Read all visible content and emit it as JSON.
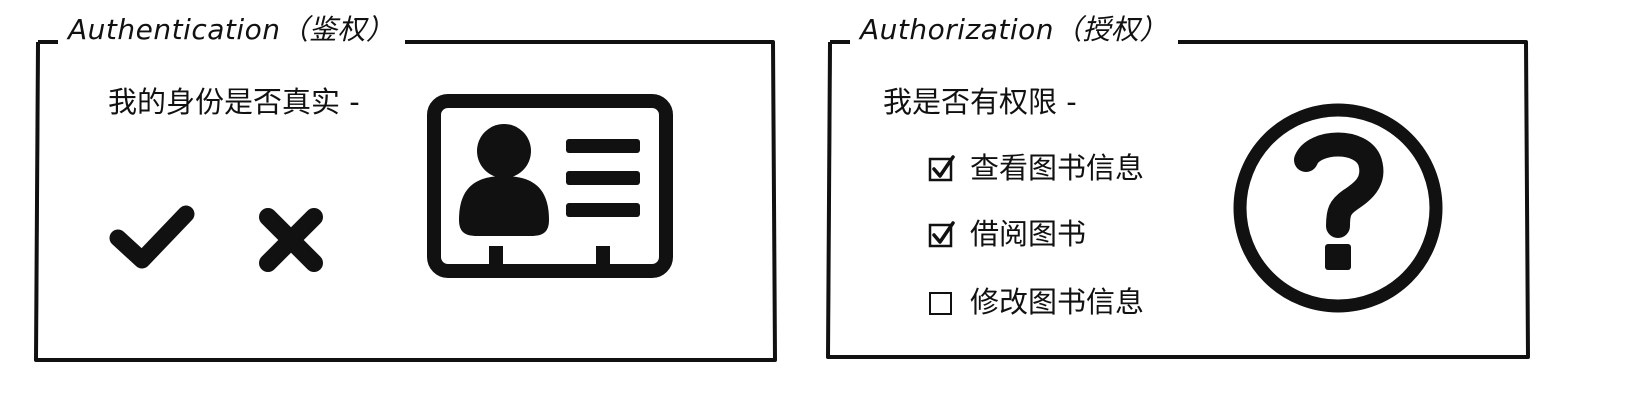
{
  "authentication": {
    "title": "Authentication（鉴权）",
    "question": "我的身份是否真实 -",
    "icons": [
      "check-mark-icon",
      "cross-mark-icon",
      "id-card-icon"
    ]
  },
  "authorization": {
    "title": "Authorization（授权）",
    "question": "我是否有权限 -",
    "permissions": [
      {
        "label": "查看图书信息",
        "checked": true
      },
      {
        "label": "借阅图书",
        "checked": true
      },
      {
        "label": "修改图书信息",
        "checked": false
      }
    ],
    "icon": "question-circle-icon"
  }
}
